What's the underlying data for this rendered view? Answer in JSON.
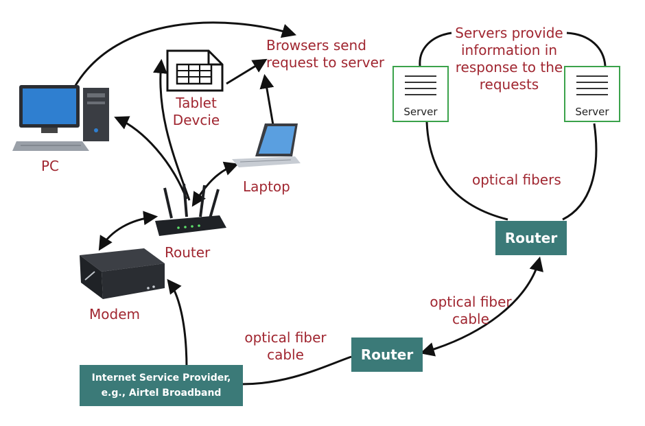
{
  "labels": {
    "browsers": [
      "Browsers send",
      "request to server"
    ],
    "servers_provide": [
      "Servers provide",
      "information in",
      "response to the",
      "requests"
    ],
    "tablet": [
      "Tablet",
      "Devcie"
    ],
    "pc": "PC",
    "laptop": "Laptop",
    "router_home": "Router",
    "modem": "Modem",
    "optical_fibers": "optical fibers",
    "fiber_cable_right": [
      "optical fiber",
      "cable"
    ],
    "fiber_cable_bottom": [
      "optical fiber",
      "cable"
    ]
  },
  "servers": [
    {
      "label": "Server"
    },
    {
      "label": "Server"
    }
  ],
  "routers": {
    "top": "Router",
    "middle": "Router"
  },
  "isp": [
    "Internet Service Provider,",
    "e.g., Airtel Broadband"
  ],
  "colors": {
    "label_text": "#a02630",
    "teal_box": "#3b7a78",
    "server_border": "#3aa24a",
    "connector": "#111111"
  }
}
